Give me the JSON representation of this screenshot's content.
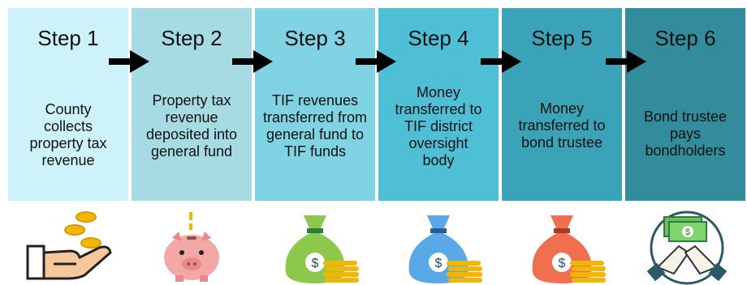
{
  "steps": [
    {
      "title": "Step 1",
      "description": "County collects property tax revenue",
      "color": "#cdf2f9",
      "icon": "hand-coins-icon"
    },
    {
      "title": "Step 2",
      "description": "Property tax revenue deposited into general fund",
      "color": "#a6dbe4",
      "icon": "piggy-bank-icon"
    },
    {
      "title": "Step 3",
      "description": "TIF revenues transferred from general fund to TIF funds",
      "color": "#80d3e3",
      "icon": "green-money-bag-icon"
    },
    {
      "title": "Step 4",
      "description": "Money transferred to TIF district oversight body",
      "color": "#4fbfd6",
      "icon": "blue-money-bag-icon"
    },
    {
      "title": "Step 5",
      "description": "Money transferred to bond trustee",
      "color": "#3aa3b8",
      "icon": "red-money-bag-icon"
    },
    {
      "title": "Step 6",
      "description": "Bond trustee pays bondholders",
      "color": "#338c9b",
      "icon": "cash-handshake-icon"
    }
  ],
  "colors": {
    "arrow": "#000000",
    "coin": "#f2b705",
    "coin_dark": "#d99a00",
    "bag_green": "#8cc84b",
    "bag_blue": "#5aa9e6",
    "bag_red": "#ef6f4e",
    "piggy": "#f4a7a7",
    "cash": "#6bbf59"
  }
}
